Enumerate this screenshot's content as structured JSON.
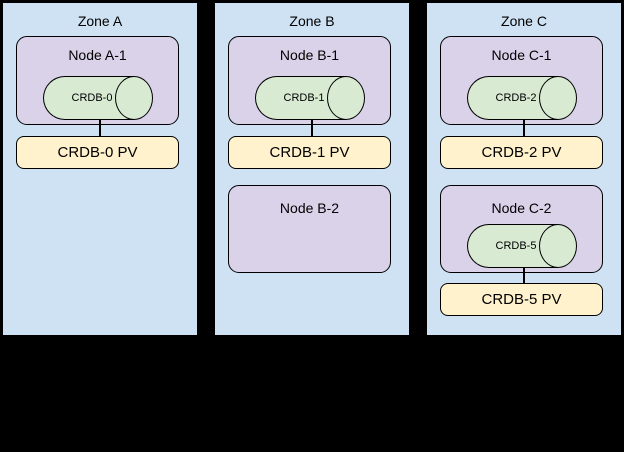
{
  "colors": {
    "canvas_bg": "#000000",
    "zone_fill": "#cfe2f3",
    "node_fill": "#d9d2e9",
    "cylinder_fill": "#d9ead3",
    "pv_fill": "#fff2cc",
    "border": "#000000"
  },
  "diagram": {
    "zones": [
      {
        "title": "Zone A",
        "nodes": [
          {
            "title": "Node A-1",
            "cylinder_label": "CRDB-0",
            "pv_label": "CRDB-0 PV"
          }
        ]
      },
      {
        "title": "Zone B",
        "nodes": [
          {
            "title": "Node B-1",
            "cylinder_label": "CRDB-1",
            "pv_label": "CRDB-1 PV"
          },
          {
            "title": "Node B-2"
          }
        ]
      },
      {
        "title": "Zone C",
        "nodes": [
          {
            "title": "Node C-1",
            "cylinder_label": "CRDB-2",
            "pv_label": "CRDB-2 PV"
          },
          {
            "title": "Node C-2",
            "cylinder_label": "CRDB-5",
            "pv_label": "CRDB-5 PV"
          }
        ]
      }
    ]
  }
}
